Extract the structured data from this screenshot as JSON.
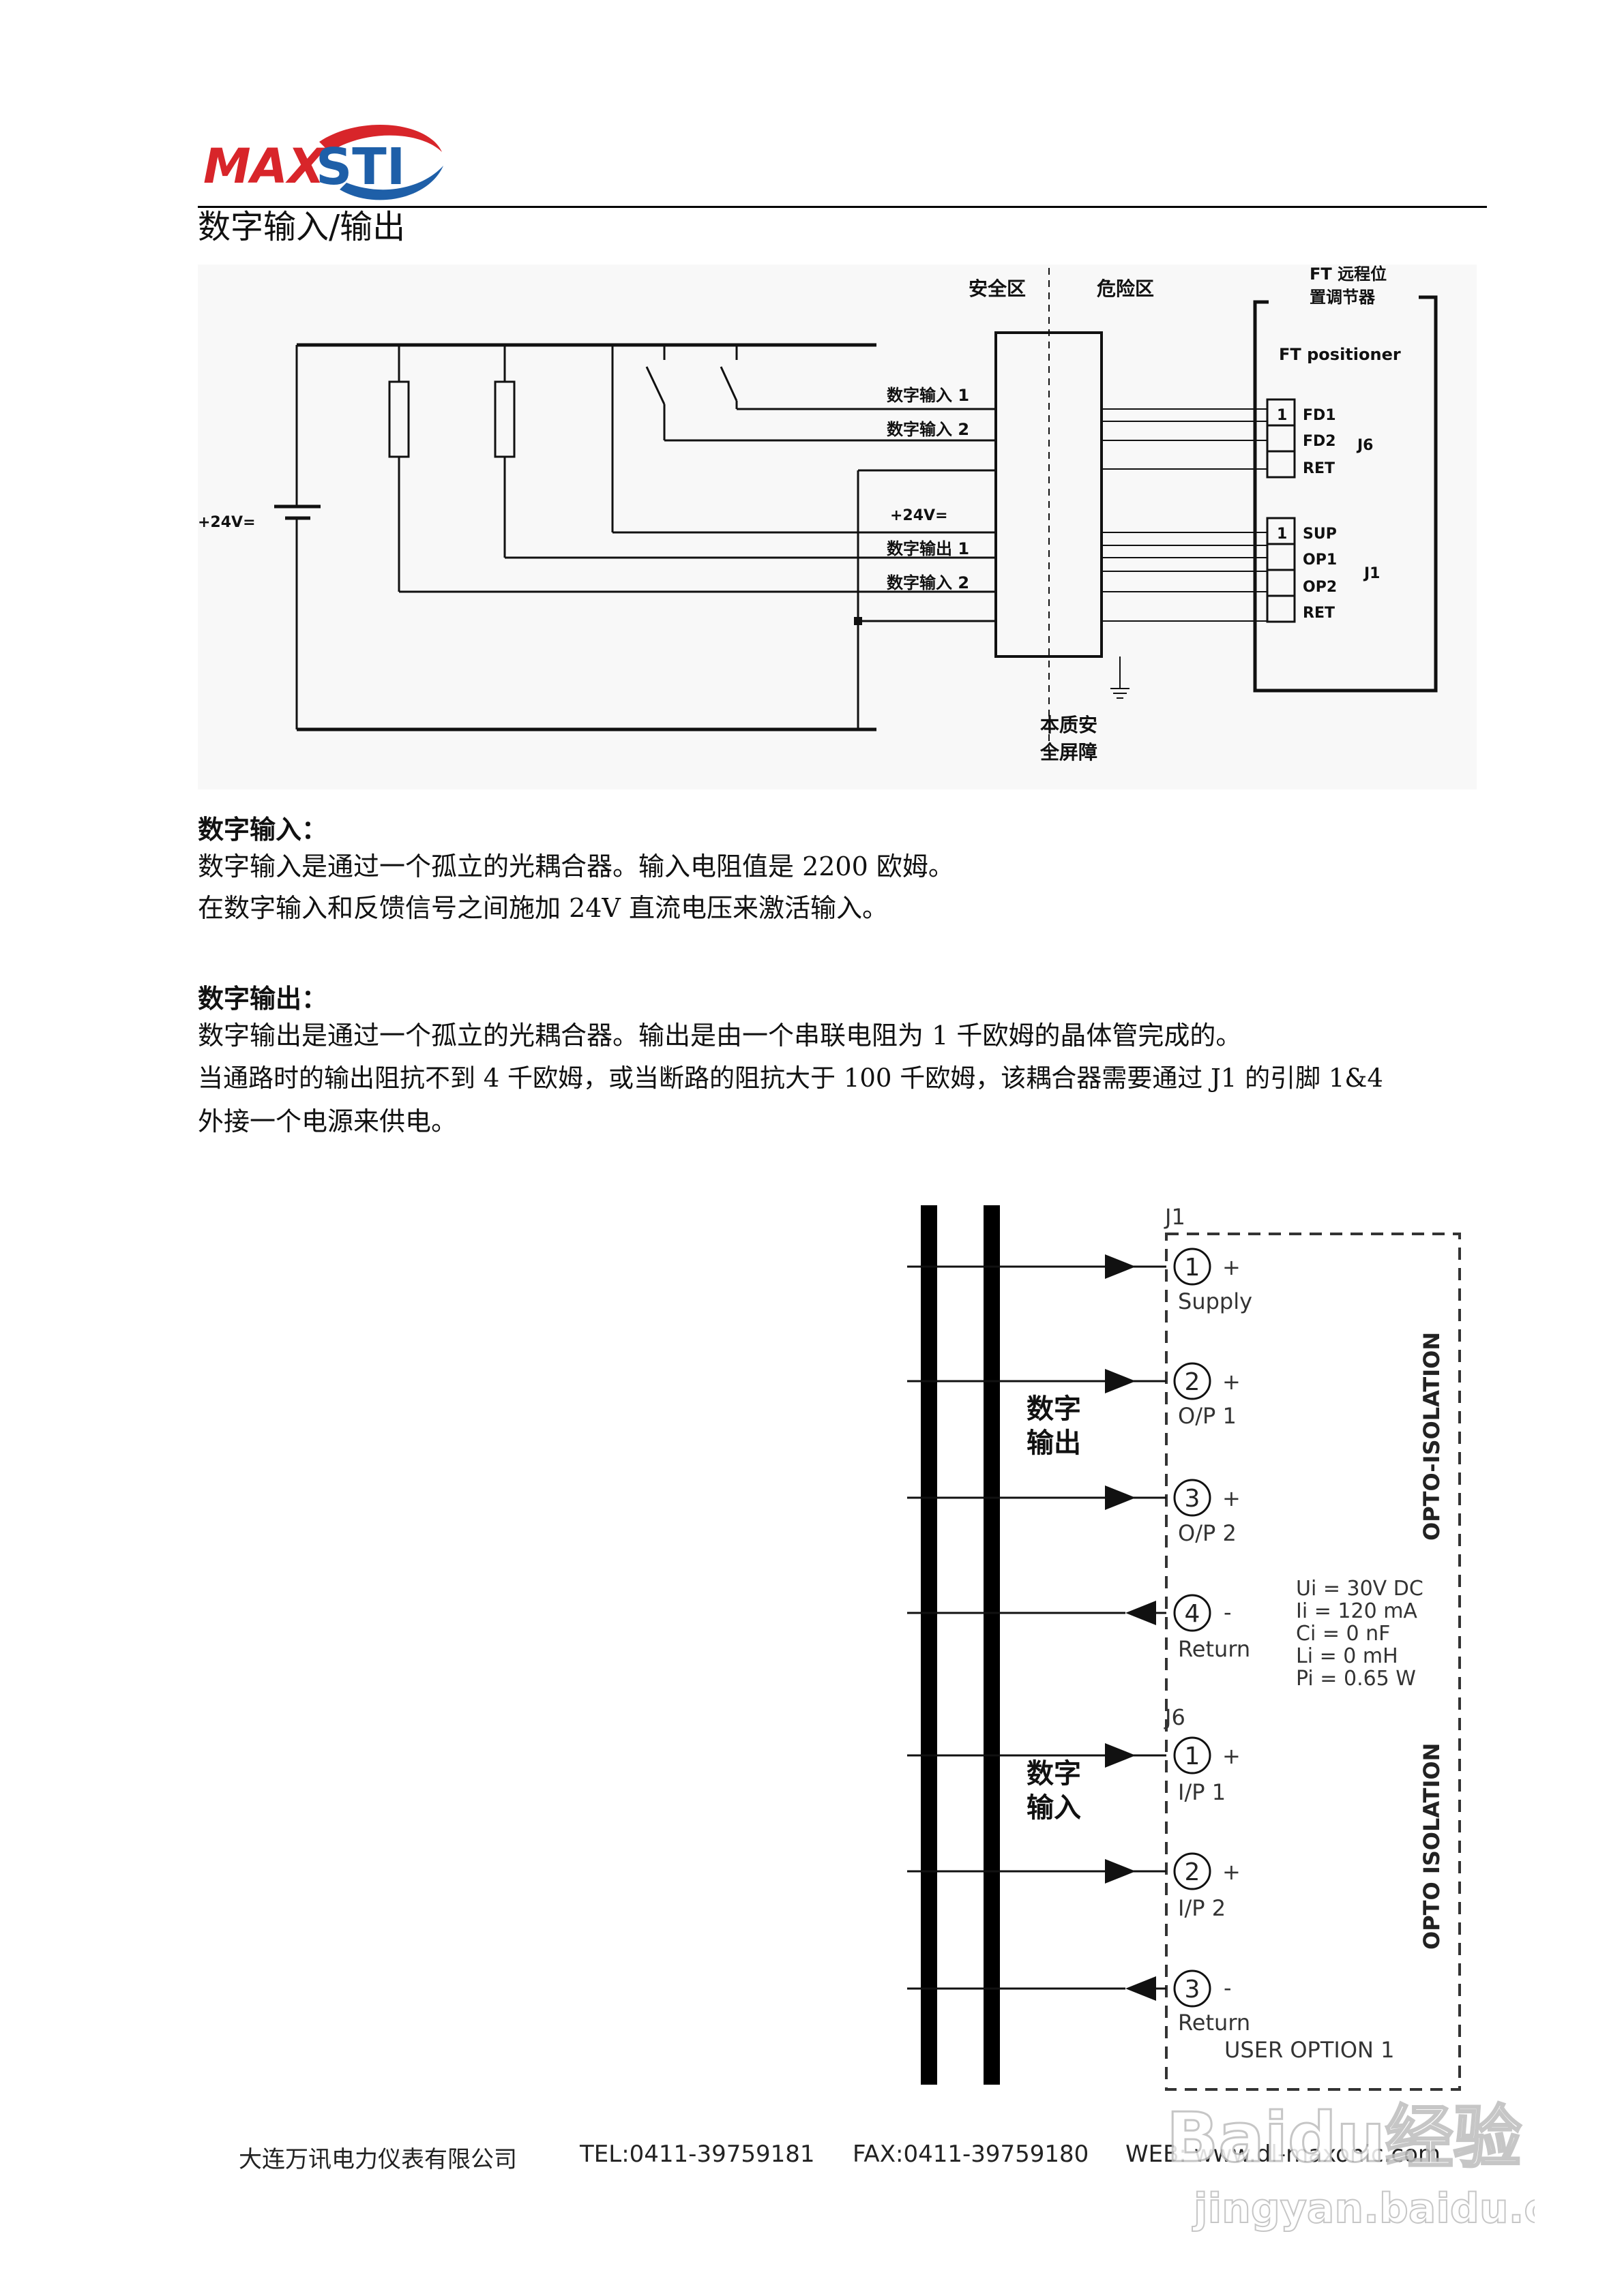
{
  "header": {
    "logo_text": "MAXSTI",
    "page_title": "数字输入/输出"
  },
  "diagram1": {
    "safe_zone": "安全区",
    "hazard_zone": "危险区",
    "positioner_cn_line1": "FT 远程位",
    "positioner_cn_line2": "置调节器",
    "positioner_en": "FT positioner",
    "supply_left": "+24V=",
    "din1": "数字输入 1",
    "din2": "数字输入 2",
    "supply_mid": "+24V=",
    "dout1": "数字输出 1",
    "dout2": "数字输入 2",
    "barrier_line1": "本质安",
    "barrier_line2": "全屏障",
    "j6_label": "J6",
    "j1_label": "J1",
    "j6_pin1": "1",
    "j1_pin1": "1",
    "fd1": "FD1",
    "fd2": "FD2",
    "ret_a": "RET",
    "sup": "SUP",
    "op1": "OP1",
    "op2": "OP2",
    "ret_b": "RET"
  },
  "section_input": {
    "title": "数字输入：",
    "line1": "数字输入是通过一个孤立的光耦合器。输入电阻值是 2200 欧姆。",
    "line2": "在数字输入和反馈信号之间施加 24V 直流电压来激活输入。"
  },
  "section_output": {
    "title": "数字输出：",
    "line1": "数字输出是通过一个孤立的光耦合器。输出是由一个串联电阻为 1 千欧姆的晶体管完成的。",
    "line2": "当通路时的输出阻抗不到 4 千欧姆，或当断路的阻抗大于 100 千欧姆，该耦合器需要通过 J1 的引脚 1&4",
    "line3": "外接一个电源来供电。"
  },
  "diagram2": {
    "j1": "J1",
    "j6": "J6",
    "pin1": "1",
    "pin2": "2",
    "pin3": "3",
    "pin4": "4",
    "plus": "+",
    "minus": "-",
    "supply": "Supply",
    "op1": "O/P 1",
    "op2": "O/P 2",
    "return1": "Return",
    "ip1": "I/P 1",
    "ip2": "I/P 2",
    "return2": "Return",
    "digital_out_line1": "数字",
    "digital_out_line2": "输出",
    "digital_in_line1": "数字",
    "digital_in_line2": "输入",
    "opto1": "OPTO-ISOLATION",
    "opto2": "OPTO ISOLATION",
    "ui": "Ui  =  30V DC",
    "ii": "Ii   =  120 mA",
    "ci": "Ci  =  0 nF",
    "li": "Li  =  0 mH",
    "pi": "Pi  =  0.65 W",
    "user_option": "USER OPTION 1"
  },
  "footer": {
    "company": "大连万讯电力仪表有限公司",
    "tel": "TEL:0411-39759181",
    "fax": "FAX:0411-39759180",
    "web": "WEB: www.dl-maxonic.com"
  },
  "watermark": {
    "line1": "Baidu经验",
    "line2": "jingyan.baidu.com"
  },
  "colors": {
    "logo_red": "#d8252a",
    "logo_blue": "#1e5fa8",
    "ink": "#111111"
  }
}
